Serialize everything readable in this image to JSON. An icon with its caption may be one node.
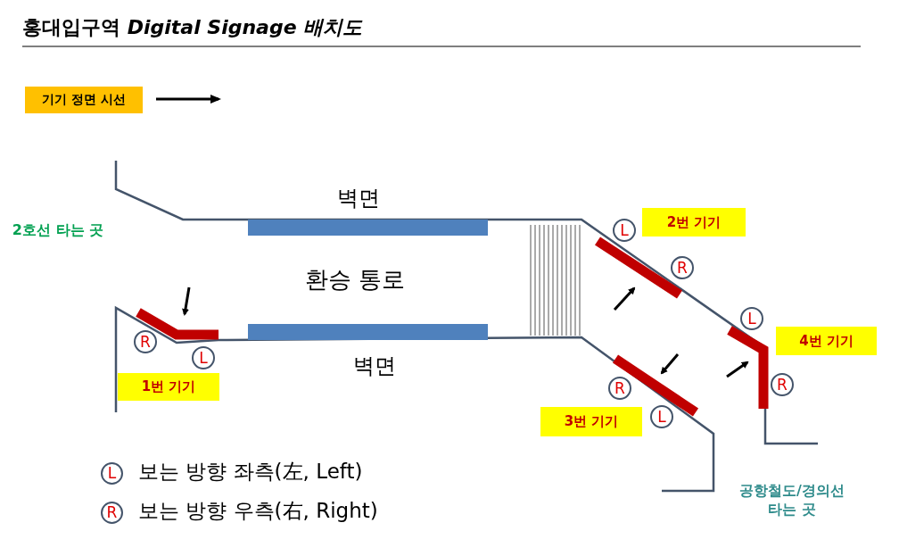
{
  "diagram": {
    "title": "홍대입구역 *Digital Signage 배치도*",
    "nodes": [
      {
        "text": [
          "1번 기기"
        ]
      },
      {
        "text": [
          "R"
        ]
      },
      {
        "text": [
          "L"
        ]
      },
      {
        "text": [
          "2번 기기"
        ]
      },
      {
        "text": [
          "L"
        ]
      },
      {
        "text": [
          "R"
        ]
      },
      {
        "text": [
          "3번 기기"
        ]
      },
      {
        "text": [
          "R"
        ]
      },
      {
        "text": [
          "L"
        ]
      },
      {
        "text": [
          "4번 기기"
        ]
      },
      {
        "text": [
          "L"
        ]
      },
      {
        "text": [
          "R"
        ]
      },
      {
        "text": [
          "L"
        ]
      },
      {
        "text": [
          "R"
        ]
      }
    ],
    "edges": [],
    "labels": [
      "2호선 타는 곳",
      "벽면",
      "환승 통로",
      "벽면",
      "공항철도/경의선 타는 곳"
    ],
    "legend": [
      {
        "text": "기기 정면 시선"
      },
      {
        "text": "보는 방향 좌측(左, Left)"
      },
      {
        "text": "보는 방향 우측(右, Right)"
      }
    ]
  }
}
